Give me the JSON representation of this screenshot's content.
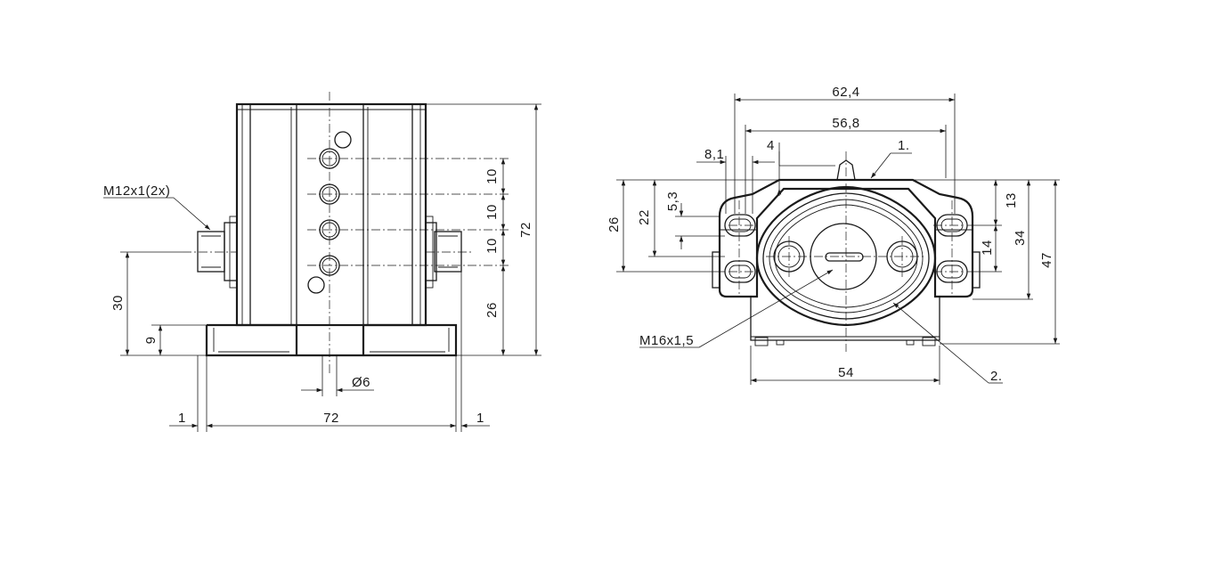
{
  "left_view": {
    "thread_label": "M12x1(2x)",
    "dims": {
      "d_top_10a": "10",
      "d_top_10b": "10",
      "d_top_10c": "10",
      "d_26": "26",
      "d_72_height": "72",
      "d_30": "30",
      "d_9": "9",
      "d_phi6": "Ø6",
      "d_1_left": "1",
      "d_72_width": "72",
      "d_1_right": "1"
    }
  },
  "right_view": {
    "thread_label": "M16x1,5",
    "callout_1": "1.",
    "callout_2": "2.",
    "dims": {
      "d_62_4": "62,4",
      "d_56_8": "56,8",
      "d_8_1": "8,1",
      "d_4": "4",
      "d_26": "26",
      "d_22": "22",
      "d_5_3": "5,3",
      "d_13": "13",
      "d_14": "14",
      "d_34": "34",
      "d_47": "47",
      "d_54": "54"
    }
  }
}
